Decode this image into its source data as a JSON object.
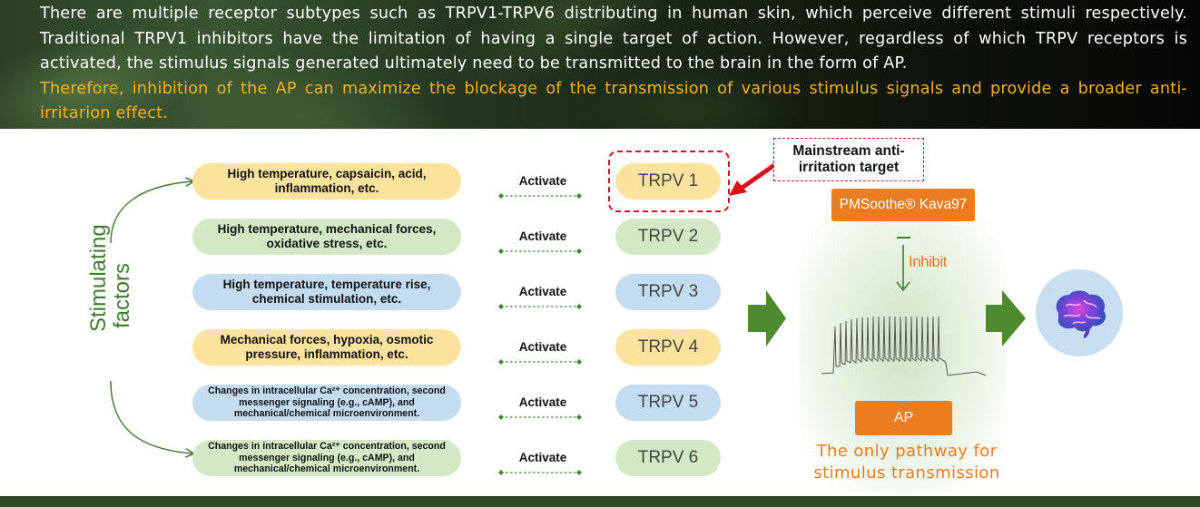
{
  "banner": {
    "paragraph1": "There are multiple receptor subtypes such as TRPV1-TRPV6 distributing in human skin, which perceive different stimuli respectively. Traditional TRPV1 inhibitors have the limitation of having a single target of action. However, regardless of which TRPV receptors is activated, the stimulus signals generated ultimately need to be transmitted to the brain in the form of AP.",
    "paragraph2": "Therefore, inhibition of the AP can maximize the blockage of the transmission of various stimulus signals and provide a broader anti-irritarion effect."
  },
  "stimulating_label": "Stimulating factors",
  "rows": [
    {
      "stimulus": "High temperature, capsaicin, acid, inflammation, etc.",
      "action": "Activate",
      "receptor": "TRPV 1",
      "color": "#fbe39e"
    },
    {
      "stimulus": "High temperature, mechanical forces, oxidative stress, etc.",
      "action": "Activate",
      "receptor": "TRPV 2",
      "color": "#d3e8c4"
    },
    {
      "stimulus": "High temperature, temperature rise, chemical stimulation, etc.",
      "action": "Activate",
      "receptor": "TRPV 3",
      "color": "#c4dcf1"
    },
    {
      "stimulus": "Mechanical forces, hypoxia, osmotic pressure, inflammation, etc.",
      "action": "Activate",
      "receptor": "TRPV 4",
      "color": "#fbe39e"
    },
    {
      "stimulus": "Changes in intracellular Ca²⁺ concentration, second messenger signaling (e.g., cAMP), and mechanical/chemical microenvironment.",
      "action": "Activate",
      "receptor": "TRPV 5",
      "color": "#c4dcf1"
    },
    {
      "stimulus": "Changes in intracellular Ca²⁺ concentration, second messenger signaling (e.g., cAMP), and mechanical/chemical microenvironment.",
      "action": "Activate",
      "receptor": "TRPV 6",
      "color": "#d3e8c4"
    }
  ],
  "mainstream_label": "Mainstream anti-irritation target",
  "product_label": "PMSoothe® Kava97",
  "inhibit_label": "Inhibit",
  "ap_label": "AP",
  "pathway_label": "The only pathway for stimulus transmission",
  "icons": [
    "brain-icon",
    "flow-arrow-icon",
    "action-potential-trace"
  ],
  "colors": {
    "accent_orange": "#ea7c22",
    "arrow_green": "#4e8a2e",
    "highlight_red": "#d7141b",
    "text_gold": "#f2b21e"
  }
}
